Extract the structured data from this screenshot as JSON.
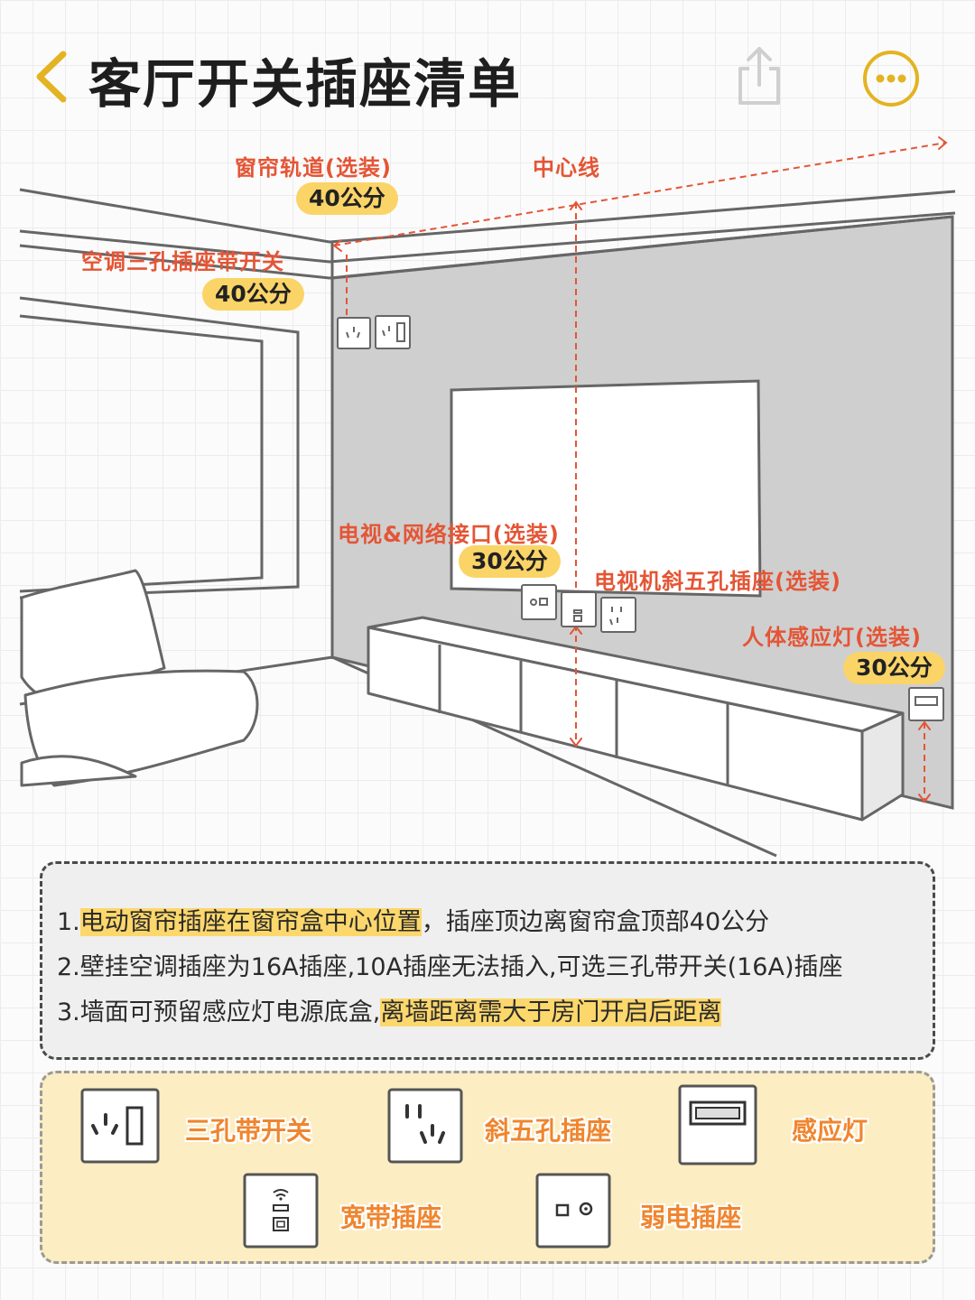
{
  "header": {
    "title": "客厅开关插座清单"
  },
  "scene": {
    "labels": {
      "curtain": "窗帘轨道(选装)",
      "center_line": "中心线",
      "ac": "空调三孔插座带开关",
      "tv_network": "电视&网络接口(选装)",
      "tv_socket": "电视机斜五孔插座(选装)",
      "sensor": "人体感应灯(选装)"
    },
    "distances": {
      "curtain": "40公分",
      "ac": "40公分",
      "tv_network": "30公分",
      "sensor": "30公分"
    }
  },
  "notes": {
    "n1_prefix": "1.",
    "n1_highlight": "电动窗帘插座在窗帘盒中心位置",
    "n1_rest": "，插座顶边离窗帘盒顶部40公分",
    "n2": "2.壁挂空调插座为16A插座,10A插座无法插入,可选三孔带开关(16A)插座",
    "n3_prefix": "3.墙面可预留感应灯电源底盒,",
    "n3_highlight": "离墙距离需大于房门开启后距离"
  },
  "legend": {
    "switch_socket": "三孔带开关",
    "five_hole": "斜五孔插座",
    "sensor_light": "感应灯",
    "broadband": "宽带插座",
    "weak_current": "弱电插座"
  },
  "colors": {
    "accent": "#e3b321",
    "label_red": "#e45535",
    "pill": "#fbd468",
    "legend_orange": "#f0852e",
    "wall_gray": "#cfcfcf"
  }
}
